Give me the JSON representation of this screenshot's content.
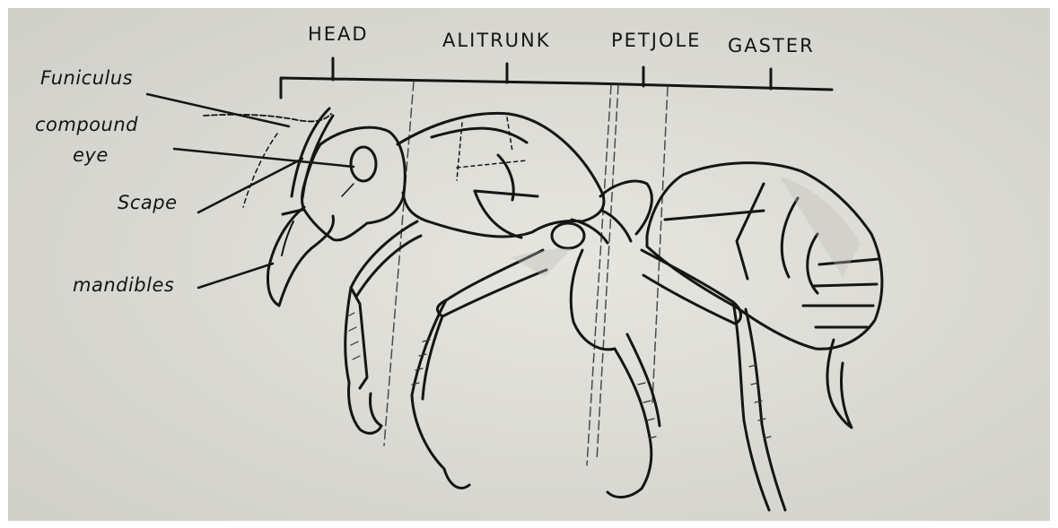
{
  "colors": {
    "paper": "#dddcd6",
    "ink": "#151515",
    "shade": "#bcbbb5"
  },
  "segments": {
    "head": "HEAD",
    "alitrunk": "ALITRUNK",
    "petiole": "PETJOLE",
    "gaster": "GASTER"
  },
  "labels": {
    "funiculus": "Funiculus",
    "compound_1": "compound",
    "compound_2": "eye",
    "scape": "Scape",
    "mandibles": "mandibles"
  }
}
